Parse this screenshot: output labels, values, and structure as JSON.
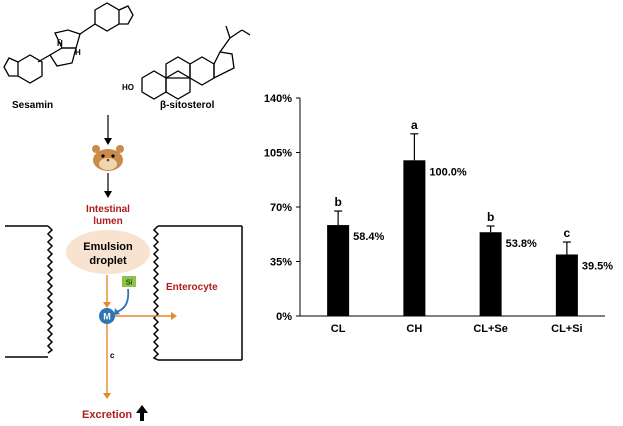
{
  "scheme": {
    "compound_1": "Sesamin",
    "compound_2": "β-sitosterol",
    "ho_label": "HO",
    "h_atom": "H",
    "h_atom_bar": "H̄",
    "intestinal_lumen": "Intestinal lumen",
    "lumen_line1": "Intestinal",
    "lumen_line2": "lumen",
    "emulsion_line1": "Emulsion",
    "emulsion_line2": "droplet",
    "si_label": "Si",
    "m_label": "M",
    "c_label": "c",
    "enterocyte": "Enterocyte",
    "excretion": "Excretion",
    "excretion_arrow": "up-arrow-icon",
    "colors": {
      "red_text": "#b01c1c",
      "orange_arrow": "#e08a2a",
      "droplet": "#f7e3d0",
      "m_circle": "#2f74b5",
      "si_box": "#8bc34a"
    }
  },
  "chart_data": {
    "type": "bar",
    "categories": [
      "CL",
      "CH",
      "CL+Se",
      "CL+Si"
    ],
    "values": [
      58.4,
      100.0,
      53.8,
      39.5
    ],
    "errors": [
      9,
      17,
      4,
      8
    ],
    "value_labels": [
      "58.4%",
      "100.0%",
      "53.8%",
      "39.5%"
    ],
    "letters": [
      "b",
      "a",
      "b",
      "c"
    ],
    "yticks": [
      "0%",
      "35%",
      "70%",
      "105%",
      "140%"
    ],
    "ylim": [
      0,
      140
    ],
    "bar_color": "#000000",
    "grid": false,
    "title": "",
    "xlabel": "",
    "ylabel": ""
  }
}
